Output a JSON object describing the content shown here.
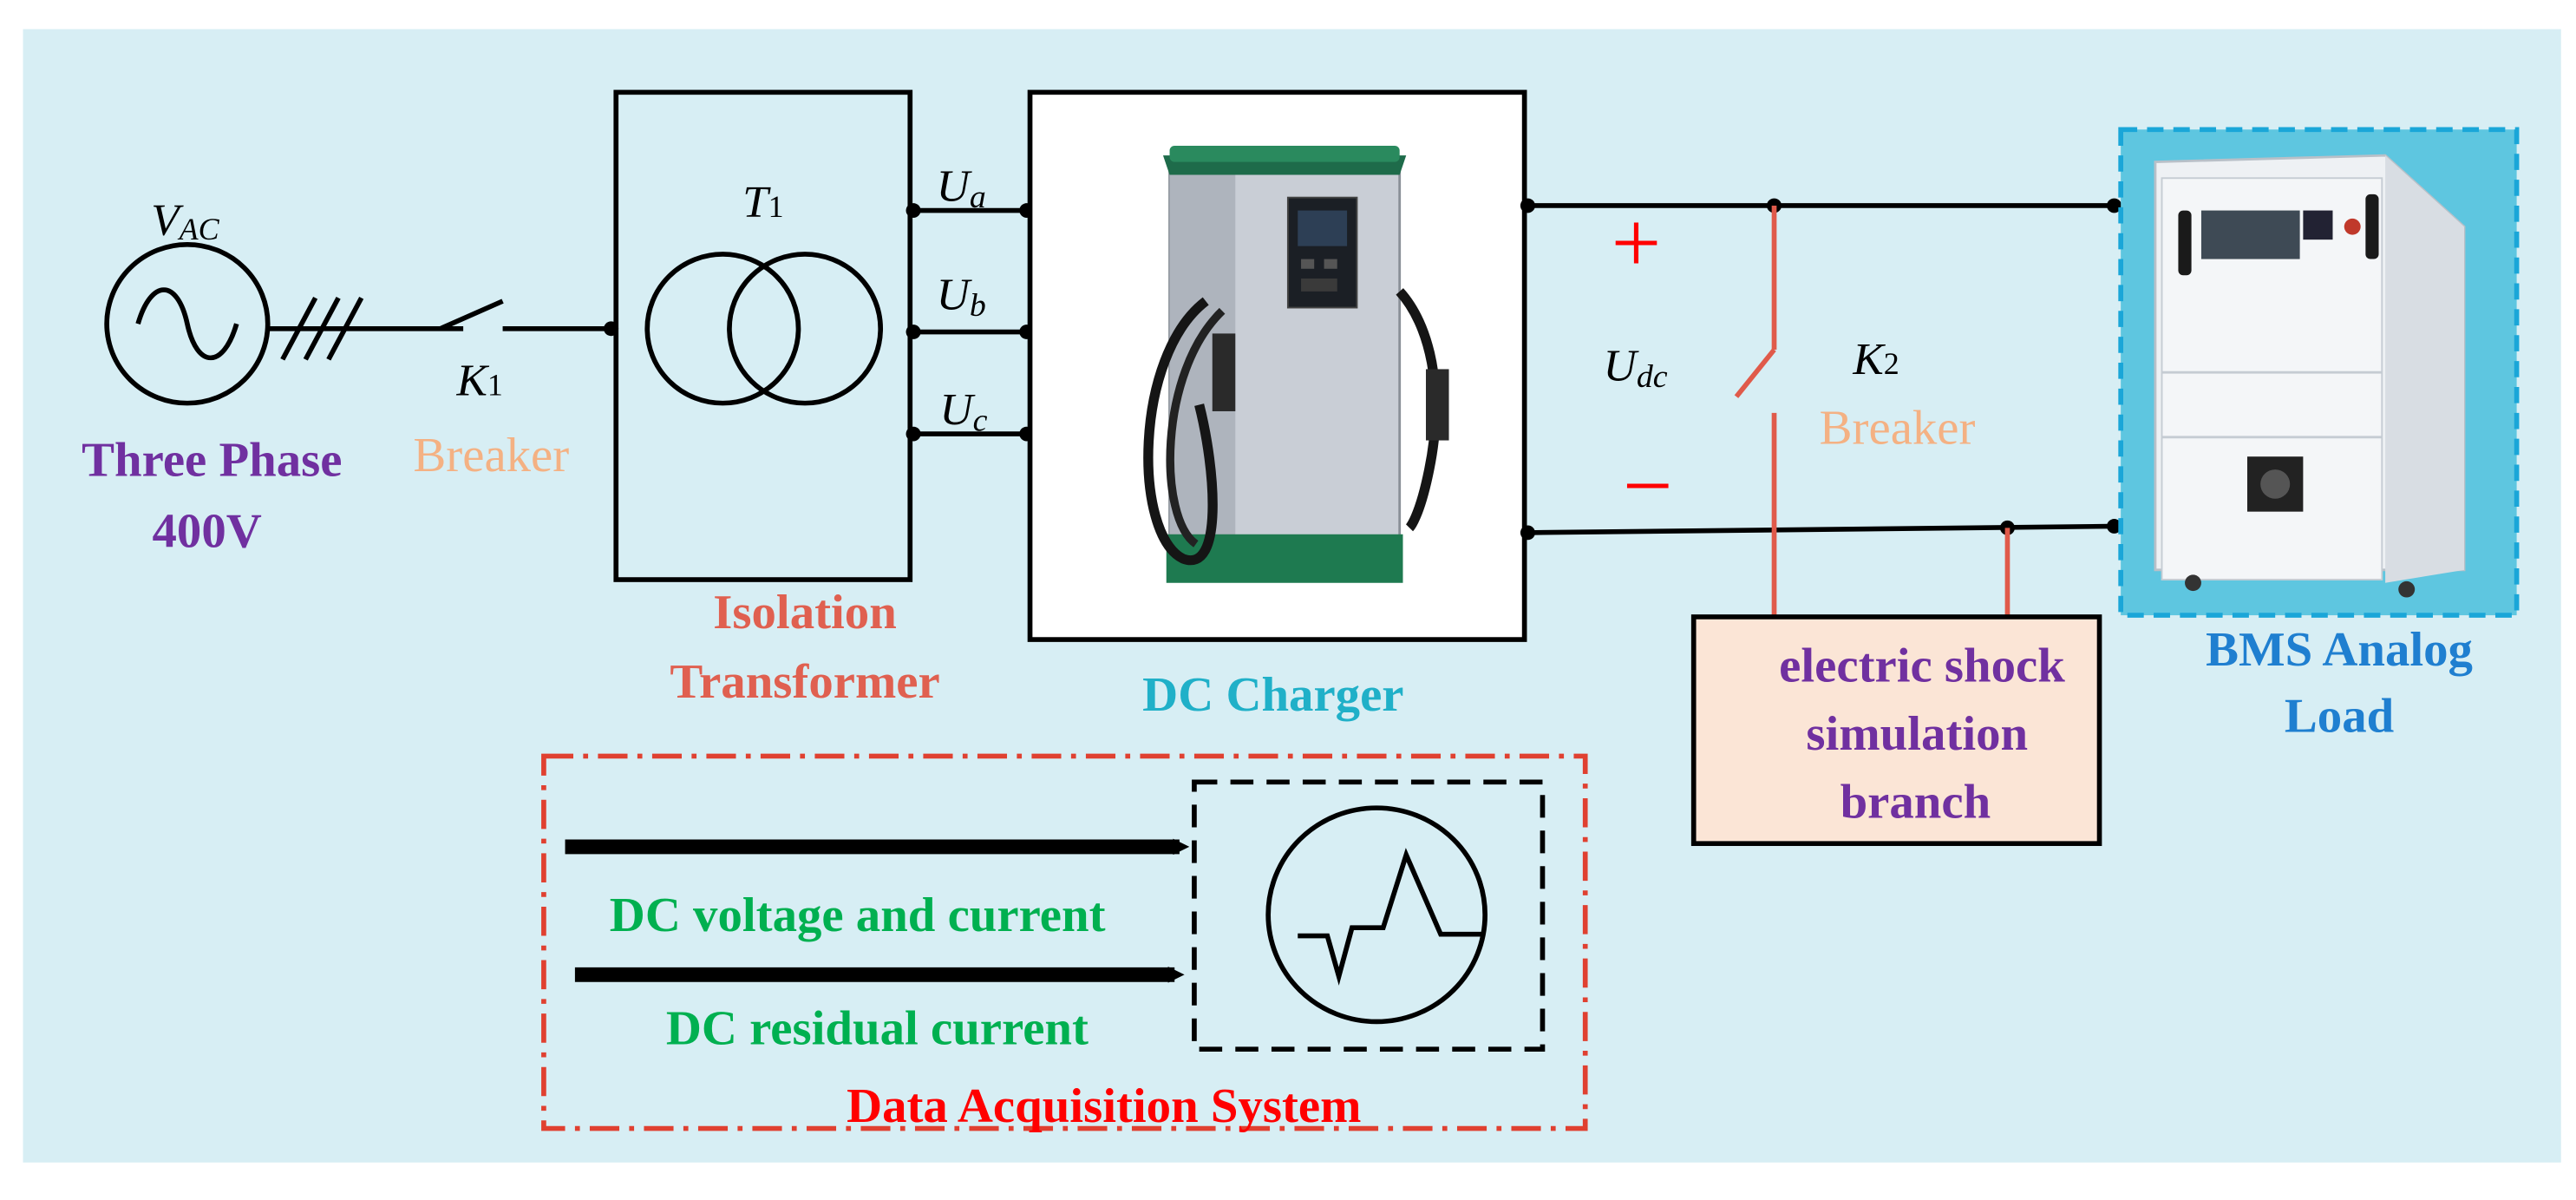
{
  "source": {
    "symbol_label": "V",
    "symbol_sub": "AC",
    "name_line1": "Three Phase",
    "name_line2": "400V"
  },
  "breaker1": {
    "name": "K",
    "sub": "1",
    "label": "Breaker"
  },
  "transformer": {
    "name": "T",
    "sub": "1",
    "label_line1": "Isolation",
    "label_line2": "Transformer"
  },
  "phases": [
    {
      "name": "U",
      "sub": "a"
    },
    {
      "name": "U",
      "sub": "b"
    },
    {
      "name": "U",
      "sub": "c"
    }
  ],
  "charger": {
    "label": "DC Charger"
  },
  "dc_bus": {
    "plus": "+",
    "minus": "−",
    "voltage_name": "U",
    "voltage_sub": "dc"
  },
  "breaker2": {
    "name": "K",
    "sub": "2",
    "label": "Breaker"
  },
  "shock_branch": {
    "line1": "electric shock",
    "line2": "simulation",
    "line3": "branch"
  },
  "load": {
    "line1": "BMS Analog",
    "line2": "Load"
  },
  "daq": {
    "signal1": "DC voltage and current",
    "signal2": "DC residual current",
    "title": "Data Acquisition System"
  },
  "colors": {
    "background": "#d7eef4",
    "source_label": "#7030a0",
    "breaker_label": "#f4b183",
    "transformer_label": "#e06050",
    "charger_label": "#20b0c8",
    "branch_line": "#e05a4a",
    "branch_label": "#7030a0",
    "branch_fill": "#fbe5d6",
    "load_label": "#1f7fd0",
    "daq_border": "#e04030",
    "daq_signal": "#00b050",
    "daq_title": "#ff0000"
  }
}
